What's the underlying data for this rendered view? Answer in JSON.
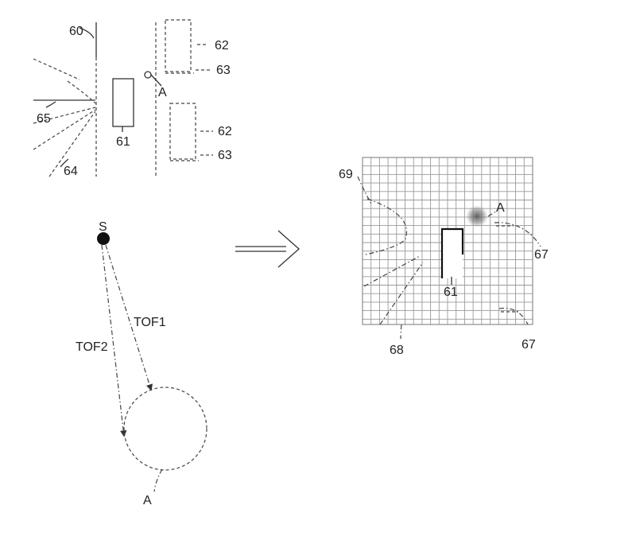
{
  "labels": {
    "l60": "60",
    "l62a": "62",
    "l63a": "63",
    "lA1": "A",
    "l65": "65",
    "l61a": "61",
    "l62b": "62",
    "l63b": "63",
    "l64": "64",
    "lS": "S",
    "lTOF1": "TOF1",
    "lTOF2": "TOF2",
    "lA2": "A",
    "l69": "69",
    "lA3": "A",
    "l67a": "67",
    "l61b": "61",
    "l68": "68",
    "l67b": "67"
  },
  "colors": {
    "line": "#333333",
    "grid": "#9a9a9a",
    "hotspot": "#555555"
  }
}
